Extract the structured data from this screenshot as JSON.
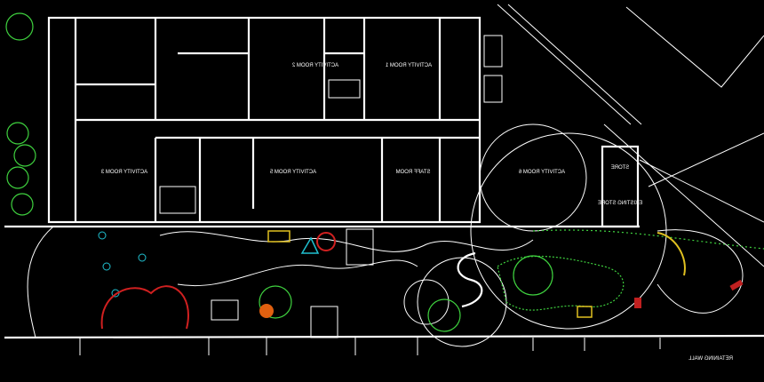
{
  "drawing": {
    "rooms": [
      {
        "label": "ACTIVITY ROOM 2"
      },
      {
        "label": "ACTIVITY ROOM 1"
      },
      {
        "label": "ACTIVITY ROOM 3"
      },
      {
        "label": "ACTIVITY ROOM 5"
      },
      {
        "label": "STAFF ROOM"
      },
      {
        "label": "ACTIVITY ROOM 6"
      },
      {
        "label": "STORE"
      },
      {
        "label": "EXISTING STORE"
      }
    ],
    "callouts": {
      "retaining_wall": "RETAINING WALL"
    },
    "colors": {
      "wall": "#ffffff",
      "planting": "#3fd23f",
      "accent_red": "#d02020",
      "accent_yellow": "#e0c020",
      "accent_cyan": "#20c0d0"
    }
  }
}
